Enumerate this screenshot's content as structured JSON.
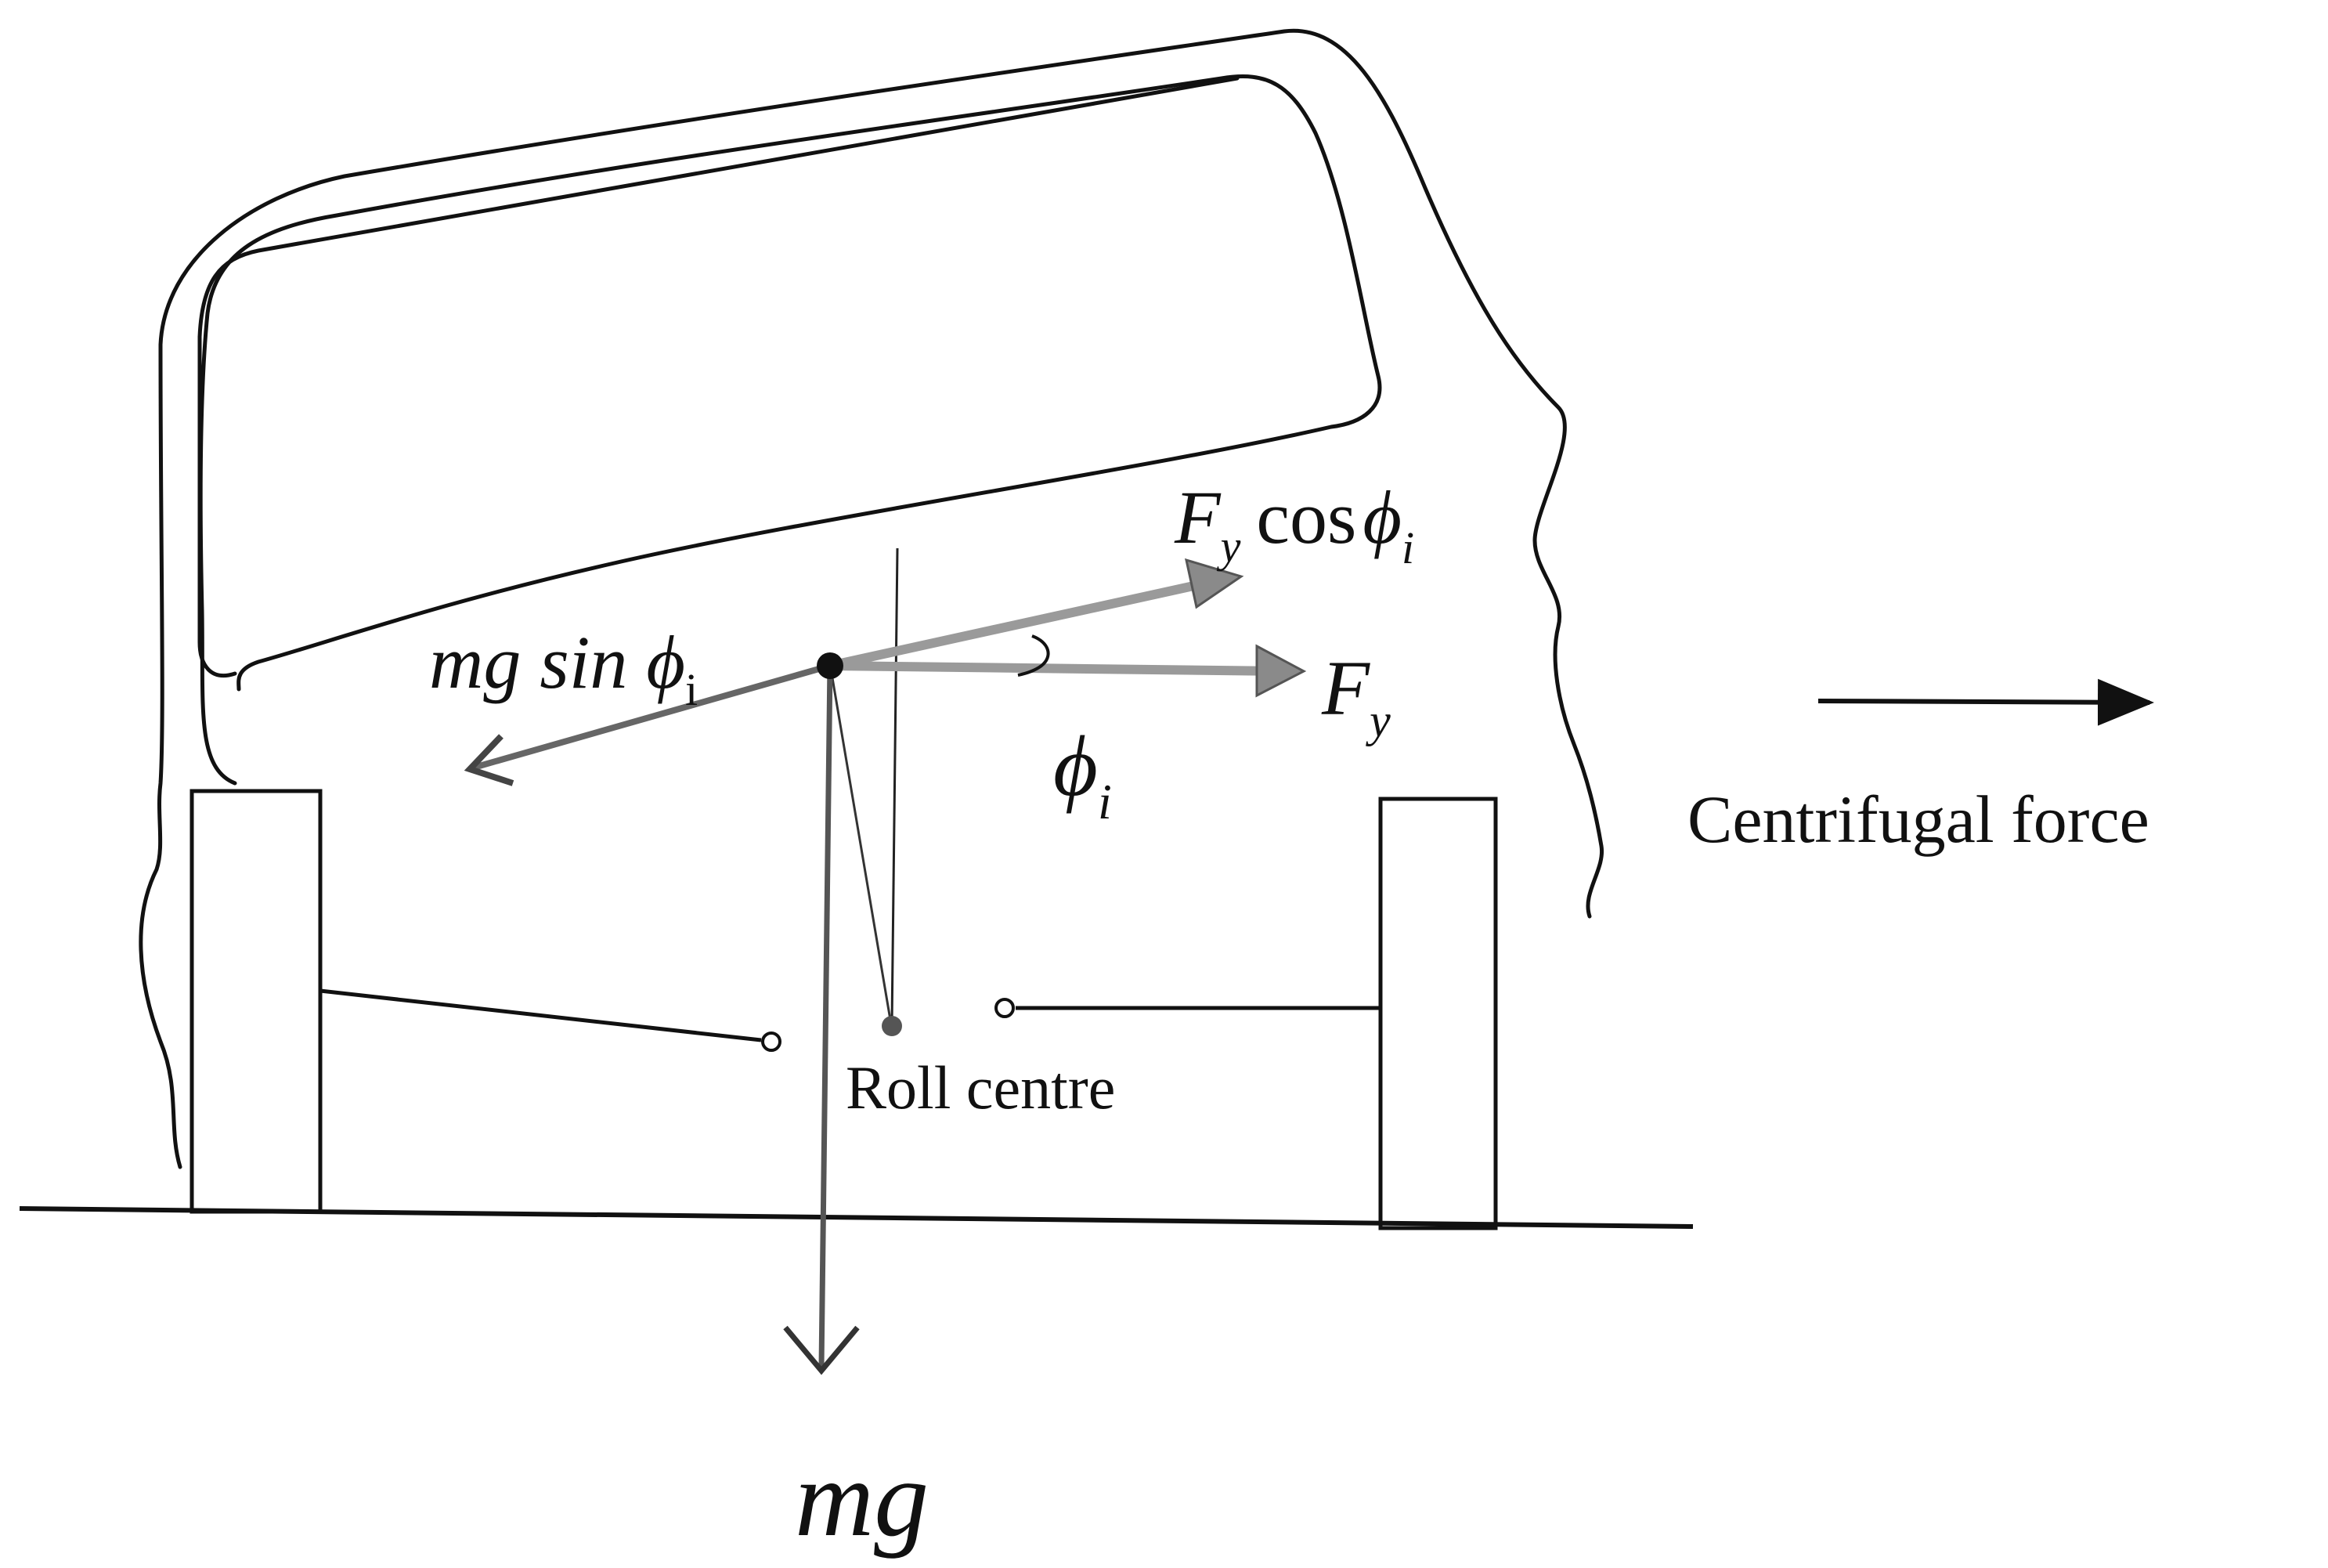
{
  "labels": {
    "mg_sin_base": "mg sin ",
    "phi": "ϕ",
    "sub_i": "i",
    "fy_cos_F": "F",
    "sub_y": "y",
    "cos": "cos",
    "fy_F": "F",
    "phi_i_phi": "ϕ",
    "roll_centre": "Roll centre",
    "mg": "mg",
    "centrifugal_force": "Centrifugal force"
  },
  "colors": {
    "ink": "#111111",
    "force_arrow": "#8a8a8a",
    "force_arrow_outline": "#555555"
  }
}
